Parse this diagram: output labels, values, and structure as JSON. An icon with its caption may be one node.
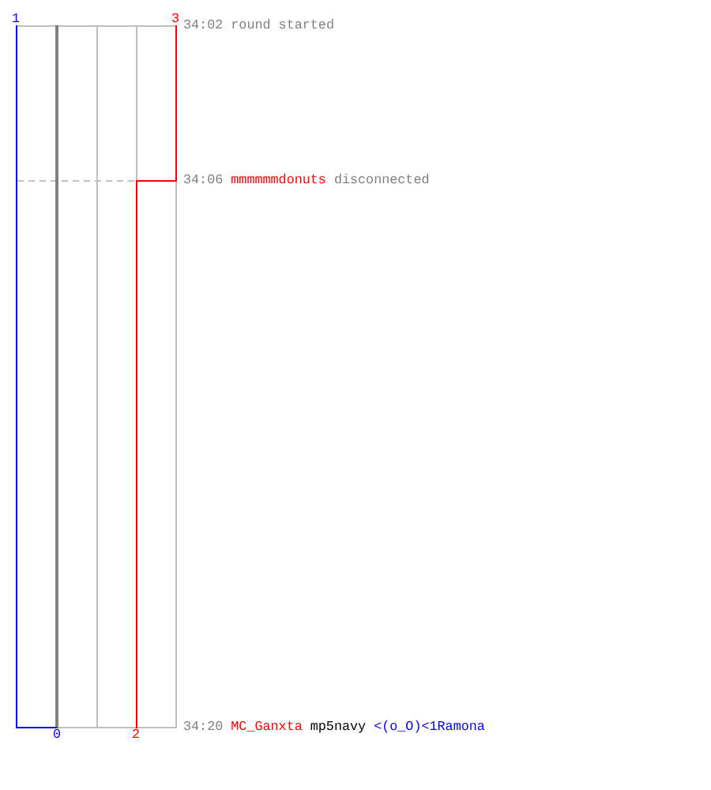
{
  "diagram": {
    "labels": [
      "1",
      "3",
      "34:02",
      "round started",
      "34:06",
      "mmmmmmdonuts",
      "disconnected",
      "34:20",
      "MC_Ganxta",
      "mp5navy",
      "<(o_O)<1Ramona",
      "0",
      "2"
    ]
  }
}
